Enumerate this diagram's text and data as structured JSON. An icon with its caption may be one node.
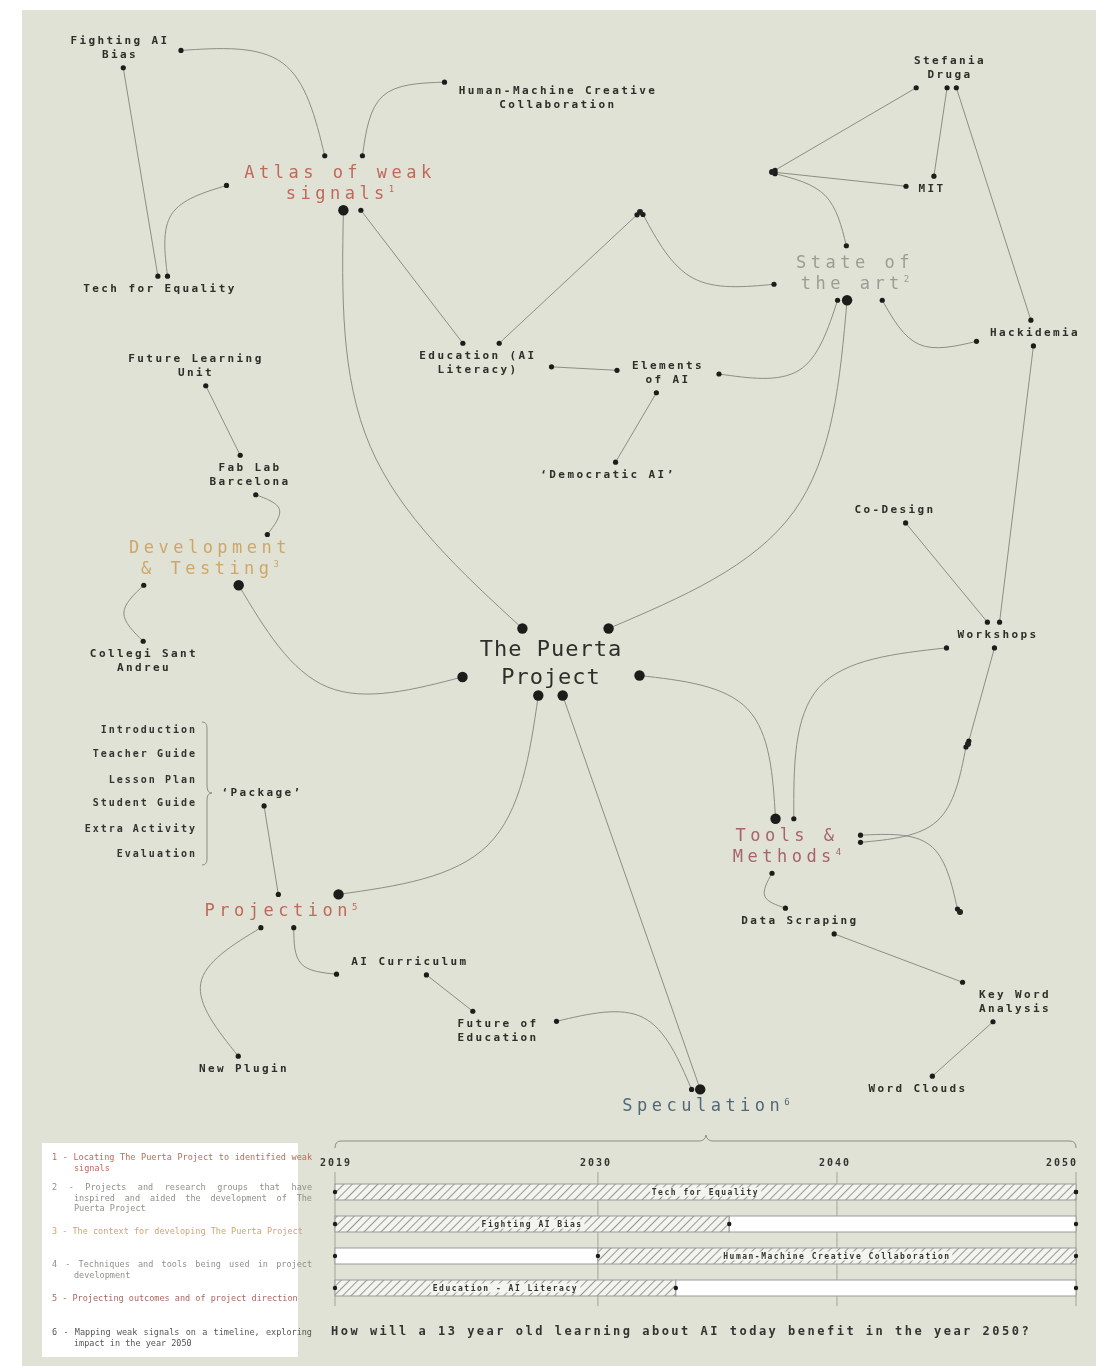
{
  "diagram": {
    "nodes": [
      {
        "text": [
          "Fighting AI Bias"
        ]
      },
      {
        "text": [
          "Human-Machine Creative Collaboration"
        ]
      },
      {
        "text": [
          "Stefania Druga"
        ]
      },
      {
        "text": [
          "Atlas of weak signals$^{1}$"
        ]
      },
      {
        "text": [],
        "shape": "circle"
      },
      {
        "text": [
          "MIT"
        ]
      },
      {
        "text": [],
        "shape": "circle"
      },
      {
        "text": [
          "State of the art$^{2}$"
        ]
      },
      {
        "text": [
          "Tech for Equality"
        ]
      },
      {
        "text": [
          "Hackidemia"
        ]
      },
      {
        "text": [
          "Future Learning Unit"
        ]
      },
      {
        "text": [
          "Education (AI Literacy)"
        ]
      },
      {
        "text": [
          "Elements of AI"
        ]
      },
      {
        "text": [
          "‘Democratic AI’"
        ]
      },
      {
        "text": [
          "Fab Lab Barcelona"
        ]
      },
      {
        "text": [
          "Co-Design"
        ]
      },
      {
        "text": [
          "Development & Testing$^{3}$"
        ]
      },
      {
        "text": [
          "Workshops"
        ]
      },
      {
        "text": [
          "The Puerta Project"
        ]
      },
      {
        "text": [
          "Collegi Sant Andreu"
        ]
      },
      {
        "text": [
          "‘Package’"
        ]
      },
      {
        "text": [],
        "shape": "circle"
      },
      {
        "text": [
          "Tools & Methods$^{4}$"
        ]
      },
      {
        "text": [],
        "shape": "circle"
      },
      {
        "text": [
          "Projection$^{5}$"
        ]
      },
      {
        "text": [
          "Data Scraping"
        ]
      },
      {
        "text": [
          "AI Curriculum"
        ]
      },
      {
        "text": [
          "Future of Education"
        ]
      },
      {
        "text": [
          "Key Word Analysis"
        ]
      },
      {
        "text": [
          "New Plugin"
        ]
      },
      {
        "text": [
          "Word Clouds"
        ]
      },
      {
        "text": [
          "Speculation$^{6}$"
        ]
      }
    ],
    "edges": [
      {
        "from": 0,
        "to": 3,
        "arrow": "other"
      },
      {
        "from": 1,
        "to": 3,
        "arrow": "other"
      },
      {
        "from": 3,
        "to": 8,
        "arrow": "other"
      },
      {
        "from": 0,
        "to": 8,
        "arrow": "other"
      },
      {
        "from": 3,
        "to": 11,
        "arrow": "other"
      },
      {
        "from": 11,
        "to": 6,
        "arrow": "other"
      },
      {
        "from": 11,
        "to": 12,
        "arrow": "other"
      },
      {
        "from": 12,
        "to": 13,
        "arrow": "other"
      },
      {
        "from": 12,
        "to": 7,
        "arrow": "other"
      },
      {
        "from": 6,
        "to": 7,
        "arrow": "other"
      },
      {
        "from": 4,
        "to": 7,
        "arrow": "other"
      },
      {
        "from": 4,
        "to": 2,
        "arrow": "other"
      },
      {
        "from": 4,
        "to": 5,
        "arrow": "other"
      },
      {
        "from": 2,
        "to": 5,
        "arrow": "other"
      },
      {
        "from": 2,
        "to": 9,
        "arrow": "other"
      },
      {
        "from": 7,
        "to": 9,
        "arrow": "other"
      },
      {
        "from": 9,
        "to": 17,
        "arrow": "other"
      },
      {
        "from": 15,
        "to": 17,
        "arrow": "other"
      },
      {
        "from": 17,
        "to": 22,
        "arrow": "other"
      },
      {
        "from": 17,
        "to": 21,
        "arrow": "other"
      },
      {
        "from": 21,
        "to": 22,
        "arrow": "other"
      },
      {
        "from": 22,
        "to": 23,
        "arrow": "other"
      },
      {
        "from": 22,
        "to": 25,
        "arrow": "other"
      },
      {
        "from": 25,
        "to": 28,
        "arrow": "other"
      },
      {
        "from": 28,
        "to": 30,
        "arrow": "other"
      },
      {
        "from": 10,
        "to": 14,
        "arrow": "other"
      },
      {
        "from": 14,
        "to": 16,
        "arrow": "other"
      },
      {
        "from": 16,
        "to": 19,
        "arrow": "other"
      },
      {
        "from": 3,
        "to": 18,
        "arrow": "other"
      },
      {
        "from": 7,
        "to": 18,
        "arrow": "other"
      },
      {
        "from": 16,
        "to": 18,
        "arrow": "other"
      },
      {
        "from": 18,
        "to": 22,
        "arrow": "other"
      },
      {
        "from": 18,
        "to": 24,
        "arrow": "other"
      },
      {
        "from": 18,
        "to": 31,
        "arrow": "other"
      },
      {
        "from": 20,
        "to": 24,
        "arrow": "other"
      },
      {
        "from": 24,
        "to": 26,
        "arrow": "other"
      },
      {
        "from": 24,
        "to": 29,
        "arrow": "other"
      },
      {
        "from": 26,
        "to": 27,
        "arrow": "other"
      },
      {
        "from": 27,
        "to": 31,
        "arrow": "other"
      }
    ],
    "labels": [
      "Introduction",
      "Teacher Guide",
      "Lesson Plan",
      "Student Guide",
      "Extra Activity",
      "Evaluation",
      "1 - Locating The Puerta Project to identified weak signals",
      "2 - Projects and research groups that have inspired and aided the development of The Puerta Project",
      "3 - The context for developing The Puerta Project",
      "4 - Techniques and tools being used in project development",
      "5 - Projecting outcomes and of project direction",
      "6 - Mapping weak signals on a timeline, exploring impact in the year 2050",
      "2019",
      "2030",
      "2040",
      "2050",
      "Tech for Equality",
      "Fighting AI Bias",
      "Human-Machine Creative Collaboration",
      "Education - AI Literacy",
      "How will a 13 year old learning about AI today benefit in the year 2050?"
    ]
  }
}
